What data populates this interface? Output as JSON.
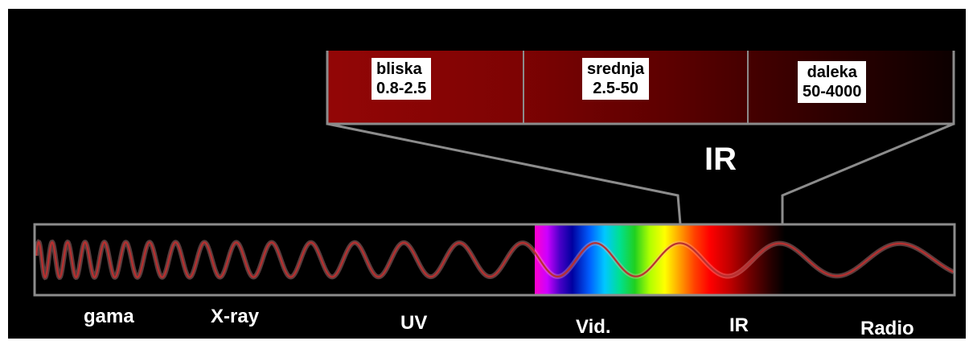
{
  "ir_detail": {
    "title": "IR",
    "bands": [
      {
        "name": "bliska",
        "range": "0.8-2.5"
      },
      {
        "name": "srednja",
        "range": "2.5-50"
      },
      {
        "name": "daleka",
        "range": "50-4000"
      }
    ]
  },
  "spectrum": {
    "regions": [
      "gama",
      "X-ray",
      "UV",
      "Vid.",
      "IR",
      "Radio"
    ]
  },
  "colors": {
    "background": "#000000",
    "frame": "#8c8c8c",
    "wave": "#b83030",
    "ir_dark_red": "#8a0000"
  }
}
